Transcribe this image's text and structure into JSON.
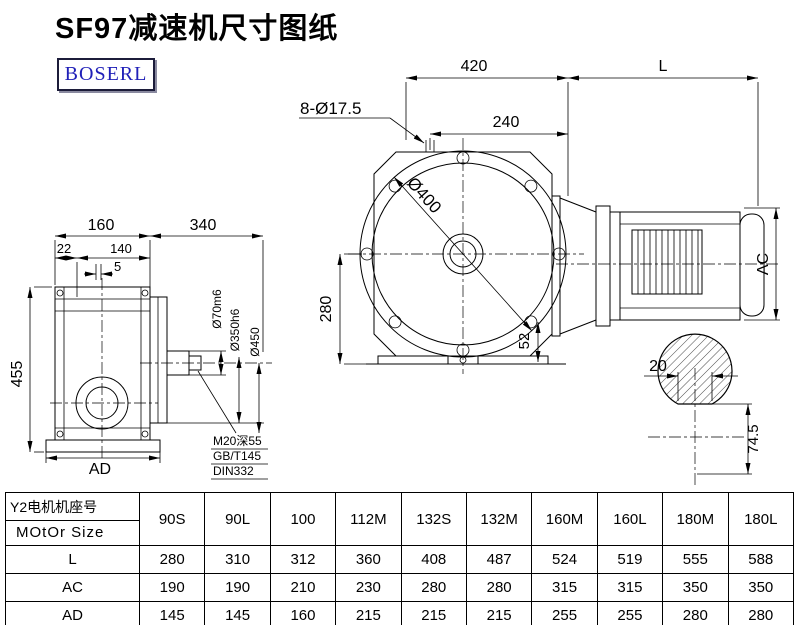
{
  "header": {
    "title": "SF97减速机尺寸图纸",
    "brand": "BOSERL"
  },
  "drawing": {
    "front": {
      "d420": "420",
      "L": "L",
      "d240": "240",
      "holes": "8-Ø17.5",
      "d400": "Ø400",
      "d280": "280",
      "d52": "52"
    },
    "side": {
      "d160": "160",
      "d340": "340",
      "d22": "22",
      "d140": "140",
      "d5": "5",
      "d455": "455",
      "AD": "AD",
      "d70": "Ø70m6",
      "d350": "Ø350h6",
      "d450": "Ø450",
      "n1": "M20深55",
      "n2": "GB/T145",
      "n3": "DIN332"
    },
    "motor": {
      "AC": "AC"
    },
    "section": {
      "d20": "20",
      "d745": "74.5"
    }
  },
  "table": {
    "header_line1": "Y2电机机座号",
    "header_line2": "MOtOr Size",
    "columns": [
      "90S",
      "90L",
      "100",
      "112M",
      "132S",
      "132M",
      "160M",
      "160L",
      "180M",
      "180L"
    ],
    "rows": [
      {
        "label": "L",
        "values": [
          "280",
          "310",
          "312",
          "360",
          "408",
          "487",
          "524",
          "519",
          "555",
          "588"
        ]
      },
      {
        "label": "AC",
        "values": [
          "190",
          "190",
          "210",
          "230",
          "280",
          "280",
          "315",
          "315",
          "350",
          "350"
        ]
      },
      {
        "label": "AD",
        "values": [
          "145",
          "145",
          "160",
          "215",
          "215",
          "215",
          "255",
          "255",
          "280",
          "280"
        ]
      }
    ]
  }
}
